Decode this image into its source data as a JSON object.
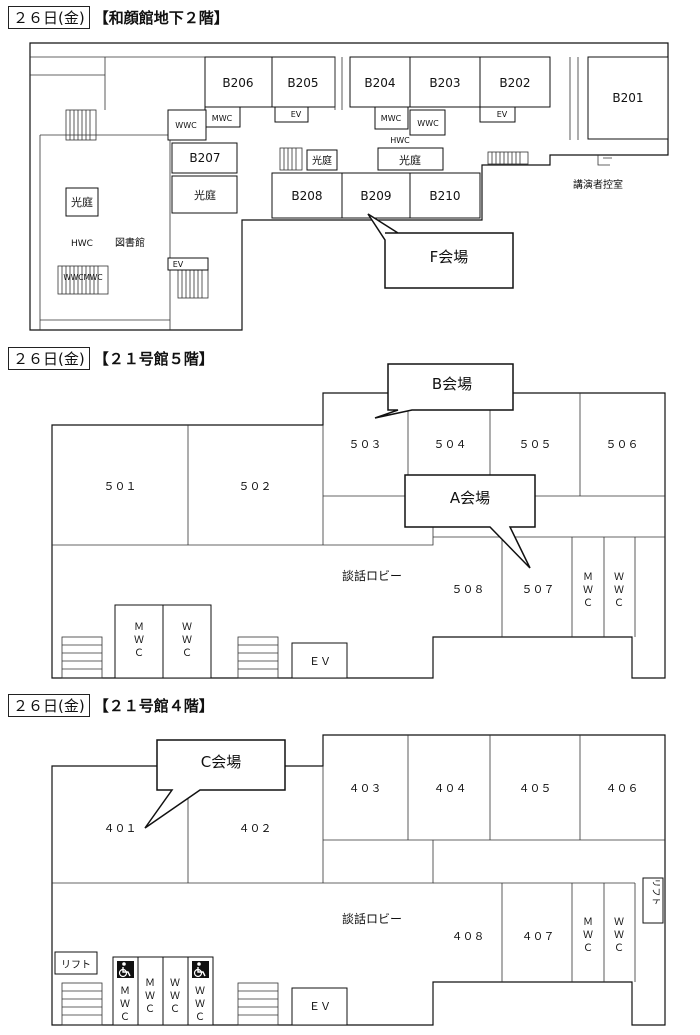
{
  "sections": [
    {
      "day": "２６日(金)",
      "place": "【和顔館地下２階】"
    },
    {
      "day": "２６日(金)",
      "place": "【２１号館５階】"
    },
    {
      "day": "２６日(金)",
      "place": "【２１号館４階】"
    }
  ],
  "b2": {
    "rooms": {
      "b206": "B206",
      "b205": "B205",
      "b204": "B204",
      "b203": "B203",
      "b202": "B202",
      "b201": "B201",
      "b207": "B207",
      "b208": "B208",
      "b209": "B209",
      "b210": "B210"
    },
    "labels": {
      "mwc": "MWC",
      "wwc": "WWC",
      "ev": "EV",
      "hwc": "HWC",
      "courtyard": "光庭",
      "library": "図書館",
      "speaker_room": "講演者控室",
      "wwc_mwc": "WWCMWC"
    },
    "callout": "F会場"
  },
  "f5": {
    "rooms": {
      "r501": "５０１",
      "r502": "５０２",
      "r503": "５０３",
      "r504": "５０４",
      "r505": "５０５",
      "r506": "５０６",
      "r507": "５０７",
      "r508": "５０８"
    },
    "labels": {
      "lobby": "談話ロビー",
      "ev": "ＥＶ",
      "m": "Ｍ",
      "w": "Ｗ",
      "c": "Ｃ"
    },
    "callout_b": "B会場",
    "callout_a": "A会場"
  },
  "f4": {
    "rooms": {
      "r401": "４０１",
      "r402": "４０２",
      "r403": "４０３",
      "r404": "４０４",
      "r405": "４０５",
      "r406": "４０６",
      "r407": "４０７",
      "r408": "４０８"
    },
    "labels": {
      "lobby": "談話ロビー",
      "ev": "ＥＶ",
      "lift": "リフト",
      "lift_v": "リフト",
      "m": "Ｍ",
      "w": "Ｗ",
      "c": "Ｃ"
    },
    "callout_c": "C会場"
  }
}
